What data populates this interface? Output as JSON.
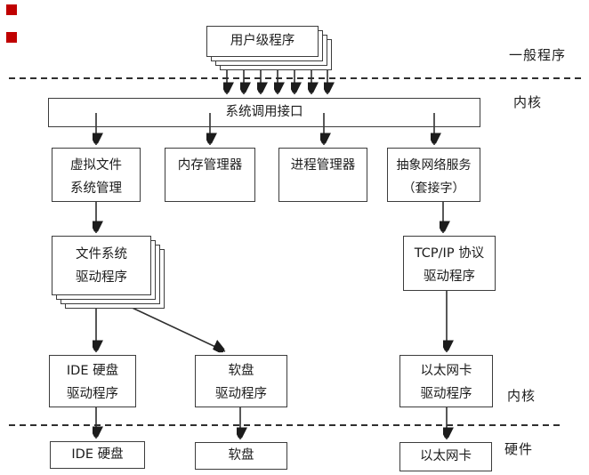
{
  "diagram": {
    "user_programs": {
      "label": "用户级程序"
    },
    "syscall": {
      "label": "系统调用接口"
    },
    "vfs": {
      "line1": "虚拟文件",
      "line2": "系统管理"
    },
    "memory": {
      "label": "内存管理器"
    },
    "process": {
      "label": "进程管理器"
    },
    "network": {
      "line1": "抽象网络服务",
      "line2": "（套接字）"
    },
    "fs_drivers": {
      "line1": "文件系统",
      "line2": "驱动程序"
    },
    "tcpip": {
      "line1": "TCP/IP 协议",
      "line2": "驱动程序"
    },
    "ide_driver": {
      "line1": "IDE 硬盘",
      "line2": "驱动程序"
    },
    "floppy_driver": {
      "line1": "软盘",
      "line2": "驱动程序"
    },
    "eth_driver": {
      "line1": "以太网卡",
      "line2": "驱动程序"
    },
    "ide_hw": {
      "label": "IDE 硬盘"
    },
    "floppy_hw": {
      "label": "软盘"
    },
    "eth_hw": {
      "label": "以太网卡"
    }
  },
  "side_labels": {
    "user_space": "一般程序",
    "kernel_top": "内核",
    "kernel_bottom": "内核",
    "hardware": "硬件"
  },
  "icons": {
    "arrowheads": "down-arrow-icon",
    "markers": "red-square-marker"
  },
  "colors": {
    "background": "#ffffff",
    "line": "#2f2f2f",
    "text": "#1c1c1c",
    "marker_red": "#c00000"
  }
}
